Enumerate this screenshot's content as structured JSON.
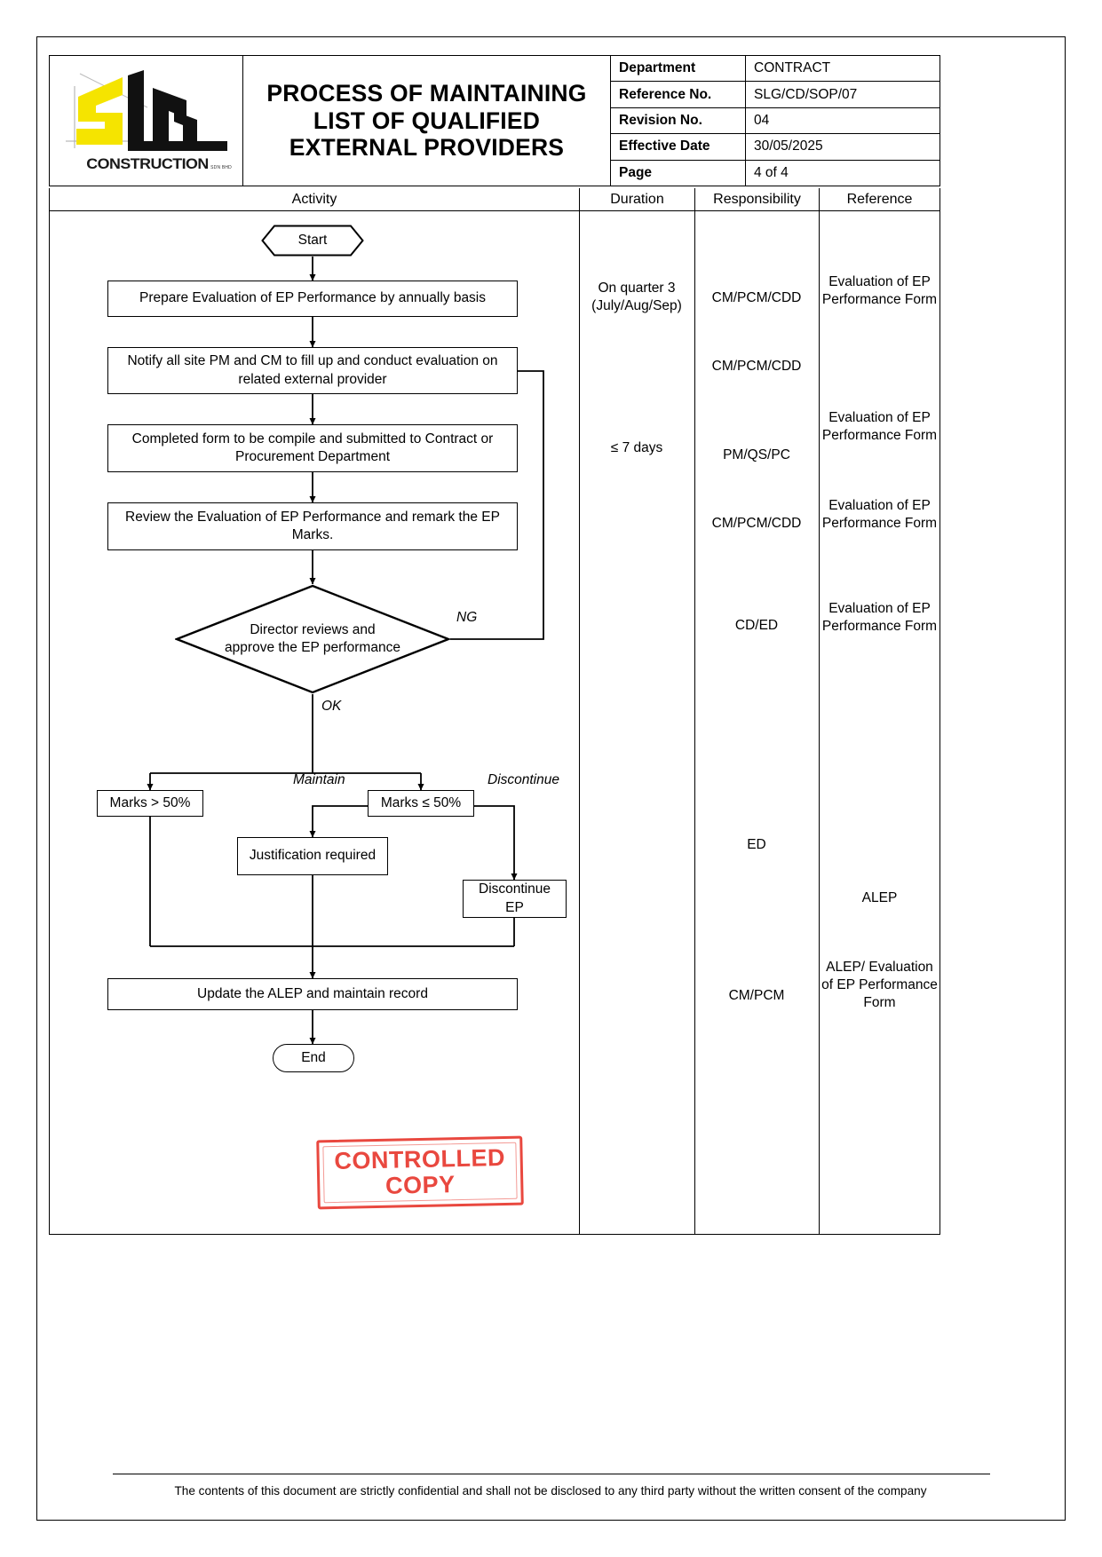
{
  "document": {
    "title": "PROCESS OF MAINTAINING LIST OF QUALIFIED EXTERNAL PROVIDERS",
    "logo_text": "CONSTRUCTION",
    "logo_subtext": "SDN BHD",
    "meta": [
      {
        "key": "Department",
        "value": "CONTRACT"
      },
      {
        "key": "Reference No.",
        "value": "SLG/CD/SOP/07"
      },
      {
        "key": "Revision No.",
        "value": "04"
      },
      {
        "key": "Effective Date",
        "value": "30/05/2025"
      },
      {
        "key": "Page",
        "value": "4 of 4"
      }
    ],
    "columns": {
      "activity": "Activity",
      "duration": "Duration",
      "responsibility": "Responsibility",
      "reference": "Reference"
    },
    "stamp": {
      "line1": "CONTROLLED",
      "line2": "COPY",
      "color": "#e8392f"
    },
    "footer": "The contents of this document are strictly confidential and shall not be disclosed to any third party without the written consent of the company"
  },
  "flow": {
    "start": "Start",
    "end": "End",
    "steps": [
      {
        "id": "prepare",
        "text": "Prepare Evaluation of EP Performance by annually basis"
      },
      {
        "id": "notify",
        "text": "Notify all site PM and CM to fill up and conduct evaluation on related external provider"
      },
      {
        "id": "compile",
        "text": "Completed form to be compile and submitted to Contract or Procurement Department"
      },
      {
        "id": "review",
        "text": "Review the Evaluation of EP Performance and remark the EP Marks."
      },
      {
        "id": "decision",
        "text": "Director reviews and approve the EP performance"
      },
      {
        "id": "marks_gt",
        "text": "Marks > 50%"
      },
      {
        "id": "marks_le",
        "text": "Marks ≤ 50%"
      },
      {
        "id": "justify",
        "text": "Justification required"
      },
      {
        "id": "discont",
        "text": "Discontinue EP"
      },
      {
        "id": "update",
        "text": "Update the ALEP and maintain record"
      }
    ],
    "edge_labels": {
      "ng": "NG",
      "ok": "OK",
      "maintain": "Maintain",
      "discontinue": "Discontinue"
    }
  },
  "duration": [
    {
      "id": "d1",
      "text": "On quarter 3 (July/Aug/Sep)"
    },
    {
      "id": "d2",
      "text": "≤ 7 days"
    }
  ],
  "responsibility": [
    {
      "id": "r1",
      "text": "CM/PCM/CDD"
    },
    {
      "id": "r2",
      "text": "CM/PCM/CDD"
    },
    {
      "id": "r3",
      "text": "PM/QS/PC"
    },
    {
      "id": "r4",
      "text": "CM/PCM/CDD"
    },
    {
      "id": "r5",
      "text": "CD/ED"
    },
    {
      "id": "r6",
      "text": "ED"
    },
    {
      "id": "r7",
      "text": "CM/PCM"
    }
  ],
  "reference": [
    {
      "id": "f1",
      "text": "Evaluation of EP Performance Form"
    },
    {
      "id": "f2",
      "text": "Evaluation of EP Performance Form"
    },
    {
      "id": "f3",
      "text": "Evaluation of EP Performance Form"
    },
    {
      "id": "f4",
      "text": "Evaluation of EP Performance Form"
    },
    {
      "id": "f5",
      "text": "ALEP"
    },
    {
      "id": "f6",
      "text": "ALEP/ Evaluation of EP Performance Form"
    }
  ]
}
